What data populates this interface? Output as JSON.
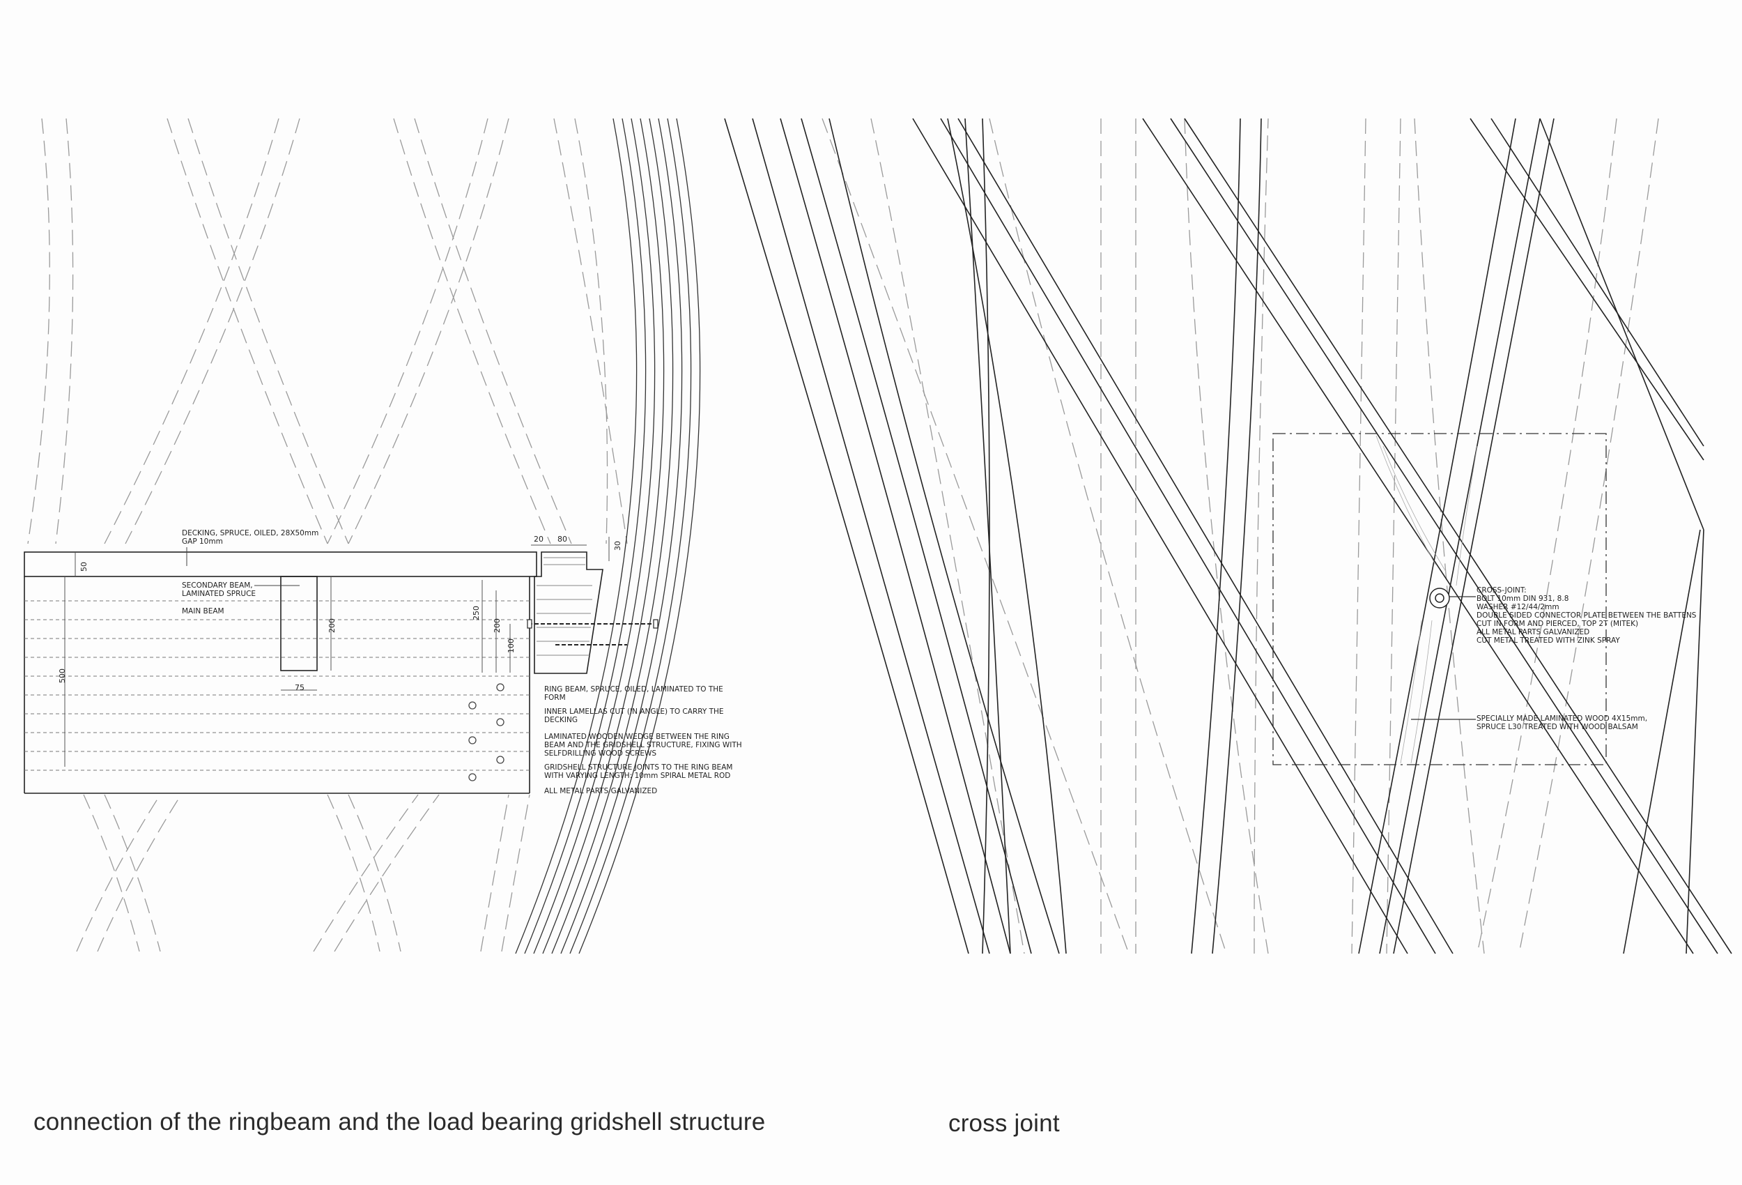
{
  "captions": {
    "left": "connection of the ringbeam and the load bearing gridshell structure",
    "right": "cross joint"
  },
  "detail_1": {
    "decking_note": [
      "DECKING, SPRUCE, OILED, 28X50mm",
      "GAP 10mm"
    ],
    "secondary_beam_note": [
      "SECONDARY BEAM,",
      "LAMINATED SPRUCE"
    ],
    "main_beam_note": "MAIN BEAM",
    "dimensions": {
      "d50": "50",
      "d500": "500",
      "d200_left": "200",
      "d75": "75",
      "d20": "20",
      "d80": "80",
      "d30": "30",
      "d250": "250",
      "d200_right": "200",
      "d100": "100"
    },
    "notes": [
      [
        "RING BEAM, SPRUCE, OILED, LAMINATED TO THE",
        "FORM"
      ],
      [
        "INNER LAMELLAS CUT (IN ANGLE) TO CARRY THE",
        "DECKING"
      ],
      [
        "LAMINATED WOODEN WEDGE BETWEEN THE RING",
        "BEAM AND THE GRIDSHELL STRUCTURE, FIXING WITH",
        "SELFDRILLING WOOD SCREWS"
      ],
      [
        "GRIDSHELL STRUCTURE JOINTS TO THE RING BEAM",
        "WITH VARYING LENGTH: 10mm SPIRAL METAL ROD"
      ],
      [
        "ALL METAL PARTS GALVANIZED"
      ]
    ]
  },
  "detail_2": {
    "cross_joint_note": [
      "CROSS-JOINT:",
      "BOLT 10mm DIN 931, 8.8",
      "WASHER #12/44/2mm",
      "DOUBLE SIDED CONNECTOR PLATE BETWEEN THE BATTENS",
      "CUT IN FORM AND PIERCED, TOP 2T (MITEK)",
      "ALL METAL PARTS GALVANIZED",
      "CUT METAL TREATED WITH ZINK SPRAY"
    ],
    "wood_note": [
      "SPECIALLY MADE LAMINATED WOOD 4X15mm,",
      "SPRUCE L30 TREATED WITH WOOD BALSAM"
    ]
  }
}
